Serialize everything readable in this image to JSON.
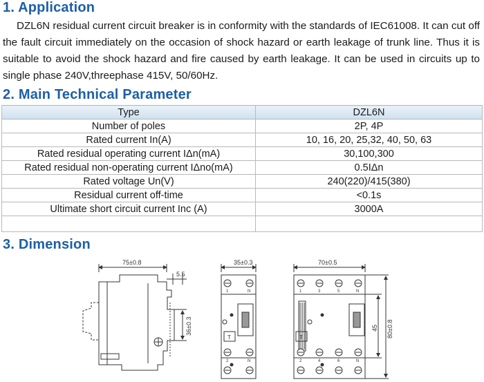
{
  "section1": {
    "title": "1. Application",
    "text": "DZL6N residual current circuit breaker is in conformity with the standards of IEC61008. It can cut off the fault circuit immediately on the occasion of shock hazard or earth leakage of trunk line. Thus it is suitable to avoid the shock hazard and fire caused by earth leakage.  It can be used in circuits up to single phase 240V,threephase 415V, 50/60Hz."
  },
  "section2": {
    "title": "2. Main Technical Parameter",
    "header": [
      "Type",
      "DZL6N"
    ],
    "rows": [
      [
        "Number of poles",
        "2P, 4P"
      ],
      [
        "Rated current In(A)",
        "10, 16, 20, 25,32, 40, 50, 63"
      ],
      [
        "Rated residual operating current IΔn(mA)",
        "30,100,300"
      ],
      [
        "Rated residual non-operating current IΔno(mA)",
        "0.5IΔn"
      ],
      [
        "Rated voltage Un(V)",
        "240(220)/415(380)"
      ],
      [
        "Residual current off-time",
        "<0.1s"
      ],
      [
        "Ultimate short circuit current Inc (A)",
        "3000A"
      ]
    ]
  },
  "section3": {
    "title": "3. Dimension",
    "side_width": "75±0.8",
    "side_step": "5.5",
    "side_height": "36±0.3",
    "front2p_width": "35±0.3",
    "front4p_width": "70±0.5",
    "front4p_inner_height": "45",
    "front4p_outer_height": "80±0.8",
    "terminals_2p_top": [
      "1",
      "N"
    ],
    "terminals_2p_bottom": [
      "2",
      "N"
    ],
    "terminals_4p_top": [
      "1",
      "3",
      "5",
      "N"
    ],
    "terminals_4p_bottom": [
      "2",
      "4",
      "6",
      "N"
    ],
    "test_button": "T"
  }
}
